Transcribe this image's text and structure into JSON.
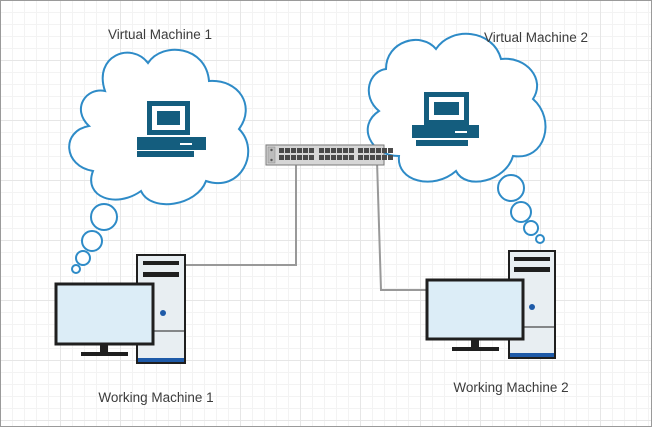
{
  "diagram": {
    "labels": {
      "vm1": "Virtual Machine 1",
      "vm2": "Virtual Machine 2",
      "wm1": "Working Machine 1",
      "wm2": "Working Machine 2"
    },
    "colors": {
      "cloud_stroke": "#2e8bc7",
      "vm_computer": "#145d7e",
      "monitor_fill": "#dcedf7",
      "monitor_frame": "#1f1f1f",
      "tower_fill": "#e8eef2",
      "tower_accent": "#1e5aa8",
      "cable": "#999999",
      "switch_body": "#d6d6d6"
    },
    "icons": [
      "cloud-icon",
      "desktop-computer-icon",
      "network-switch-icon",
      "tower-pc-icon",
      "monitor-icon"
    ]
  }
}
